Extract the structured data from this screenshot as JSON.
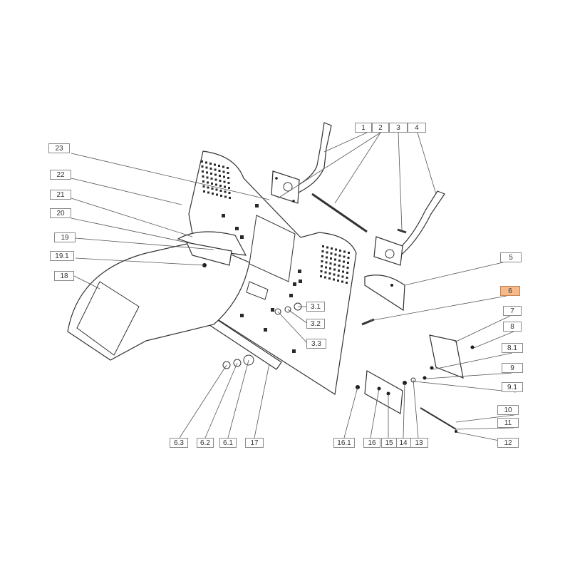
{
  "diagram": {
    "highlight_color": "#f5b98a",
    "callouts": [
      {
        "id": "1",
        "label": "1"
      },
      {
        "id": "2",
        "label": "2"
      },
      {
        "id": "3",
        "label": "3"
      },
      {
        "id": "4",
        "label": "4"
      },
      {
        "id": "5",
        "label": "5"
      },
      {
        "id": "6",
        "label": "6",
        "highlighted": true
      },
      {
        "id": "7",
        "label": "7"
      },
      {
        "id": "8",
        "label": "8"
      },
      {
        "id": "8.1",
        "label": "8.1"
      },
      {
        "id": "9",
        "label": "9"
      },
      {
        "id": "9.1",
        "label": "9.1"
      },
      {
        "id": "10",
        "label": "10"
      },
      {
        "id": "11",
        "label": "11"
      },
      {
        "id": "12",
        "label": "12"
      },
      {
        "id": "13",
        "label": "13"
      },
      {
        "id": "14",
        "label": "14"
      },
      {
        "id": "15",
        "label": "15"
      },
      {
        "id": "16",
        "label": "16"
      },
      {
        "id": "16.1",
        "label": "16.1"
      },
      {
        "id": "17",
        "label": "17"
      },
      {
        "id": "18",
        "label": "18"
      },
      {
        "id": "19",
        "label": "19"
      },
      {
        "id": "19.1",
        "label": "19.1"
      },
      {
        "id": "20",
        "label": "20"
      },
      {
        "id": "21",
        "label": "21"
      },
      {
        "id": "22",
        "label": "22"
      },
      {
        "id": "23",
        "label": "23"
      },
      {
        "id": "3.1",
        "label": "3.1"
      },
      {
        "id": "3.2",
        "label": "3.2"
      },
      {
        "id": "3.3",
        "label": "3.3"
      },
      {
        "id": "6.1",
        "label": "6.1"
      },
      {
        "id": "6.2",
        "label": "6.2"
      },
      {
        "id": "6.3",
        "label": "6.3"
      }
    ]
  }
}
